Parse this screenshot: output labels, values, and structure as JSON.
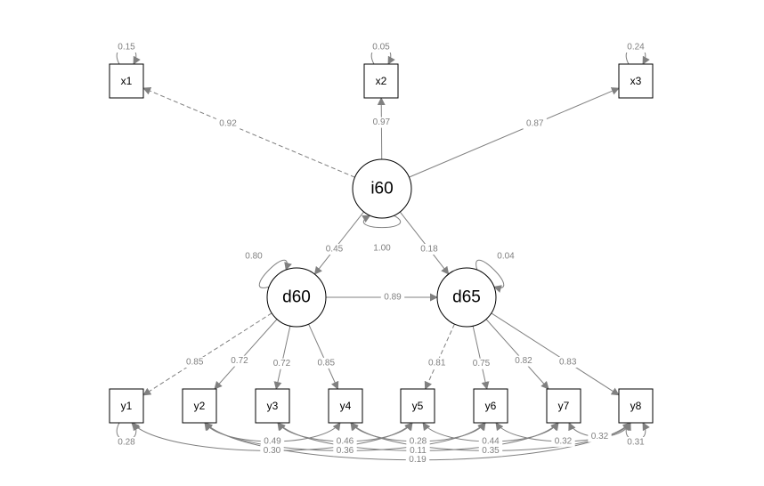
{
  "colors": {
    "edge": "#808080",
    "node_stroke": "#000000",
    "background": "#ffffff"
  },
  "nodes": [
    {
      "id": "x1",
      "label": "x1",
      "kind": "observed"
    },
    {
      "id": "x2",
      "label": "x2",
      "kind": "observed"
    },
    {
      "id": "x3",
      "label": "x3",
      "kind": "observed"
    },
    {
      "id": "i60",
      "label": "i60",
      "kind": "latent"
    },
    {
      "id": "d60",
      "label": "d60",
      "kind": "latent"
    },
    {
      "id": "d65",
      "label": "d65",
      "kind": "latent"
    },
    {
      "id": "y1",
      "label": "y1",
      "kind": "observed"
    },
    {
      "id": "y2",
      "label": "y2",
      "kind": "observed"
    },
    {
      "id": "y3",
      "label": "y3",
      "kind": "observed"
    },
    {
      "id": "y4",
      "label": "y4",
      "kind": "observed"
    },
    {
      "id": "y5",
      "label": "y5",
      "kind": "observed"
    },
    {
      "id": "y6",
      "label": "y6",
      "kind": "observed"
    },
    {
      "id": "y7",
      "label": "y7",
      "kind": "observed"
    },
    {
      "id": "y8",
      "label": "y8",
      "kind": "observed"
    }
  ],
  "loadings": [
    {
      "from": "i60",
      "to": "x1",
      "label": "0.92",
      "dashed": true
    },
    {
      "from": "i60",
      "to": "x2",
      "label": "0.97",
      "dashed": false
    },
    {
      "from": "i60",
      "to": "x3",
      "label": "0.87",
      "dashed": false
    },
    {
      "from": "i60",
      "to": "d60",
      "label": "0.45",
      "dashed": false
    },
    {
      "from": "i60",
      "to": "d65",
      "label": "0.18",
      "dashed": false
    },
    {
      "from": "d60",
      "to": "d65",
      "label": "0.89",
      "dashed": false
    },
    {
      "from": "d60",
      "to": "y1",
      "label": "0.85",
      "dashed": true
    },
    {
      "from": "d60",
      "to": "y2",
      "label": "0.72",
      "dashed": false
    },
    {
      "from": "d60",
      "to": "y3",
      "label": "0.72",
      "dashed": false
    },
    {
      "from": "d60",
      "to": "y4",
      "label": "0.85",
      "dashed": false
    },
    {
      "from": "d65",
      "to": "y5",
      "label": "0.81",
      "dashed": true
    },
    {
      "from": "d65",
      "to": "y6",
      "label": "0.75",
      "dashed": false
    },
    {
      "from": "d65",
      "to": "y7",
      "label": "0.82",
      "dashed": false
    },
    {
      "from": "d65",
      "to": "y8",
      "label": "0.83",
      "dashed": false
    }
  ],
  "variances": [
    {
      "node": "x1",
      "label": "0.15",
      "side": "top"
    },
    {
      "node": "x2",
      "label": "0.05",
      "side": "top"
    },
    {
      "node": "x3",
      "label": "0.24",
      "side": "top"
    },
    {
      "node": "i60",
      "label": "1.00",
      "side": "bottom"
    },
    {
      "node": "d60",
      "label": "0.80",
      "side": "top-left"
    },
    {
      "node": "d65",
      "label": "0.04",
      "side": "top-right"
    },
    {
      "node": "y1",
      "label": "0.28",
      "side": "bottom"
    },
    {
      "node": "y8",
      "label": "0.31",
      "side": "bottom"
    }
  ],
  "covariances": [
    {
      "a": "y1",
      "b": "y5",
      "label": "0.30"
    },
    {
      "a": "y2",
      "b": "y4",
      "label": "0.49"
    },
    {
      "a": "y2",
      "b": "y6",
      "label": "0.36"
    },
    {
      "a": "y2",
      "b": "y8",
      "label": "0.19"
    },
    {
      "a": "y3",
      "b": "y7",
      "label": "0.11"
    },
    {
      "a": "y3",
      "b": "y5",
      "label": "0.46"
    },
    {
      "a": "y4",
      "b": "y6",
      "label": "0.28"
    },
    {
      "a": "y4",
      "b": "y8",
      "label": "0.35"
    },
    {
      "a": "y5",
      "b": "y7",
      "label": "0.44"
    },
    {
      "a": "y6",
      "b": "y8",
      "label": "0.32"
    },
    {
      "a": "y7",
      "b": "y8",
      "label": "0.32"
    }
  ]
}
